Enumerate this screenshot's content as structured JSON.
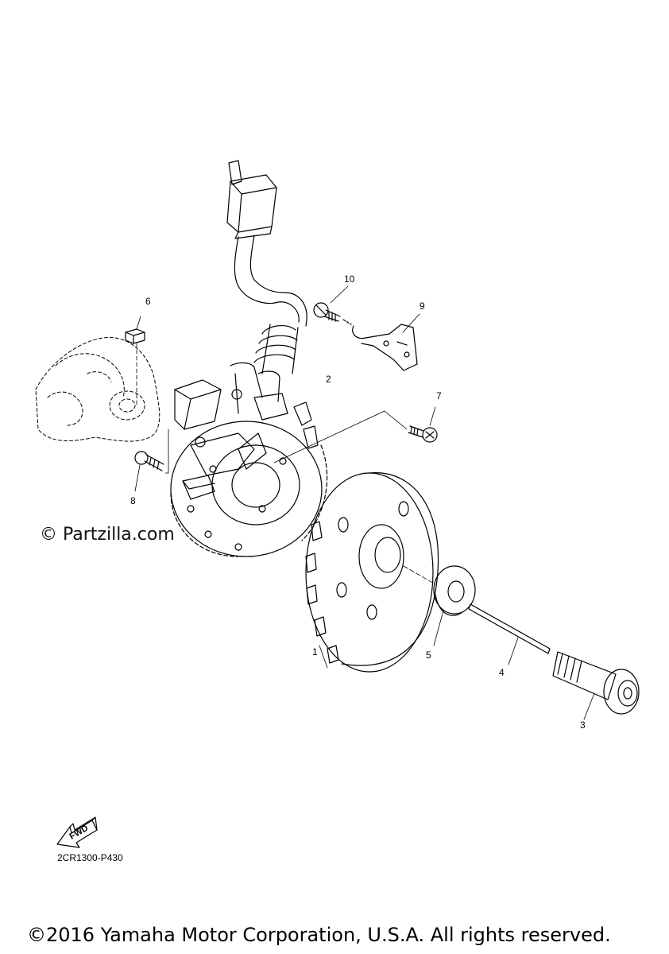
{
  "callouts": {
    "c1": "1",
    "c2": "2",
    "c3": "3",
    "c4": "4",
    "c5": "5",
    "c6": "6",
    "c7": "7",
    "c8": "8",
    "c9": "9",
    "c10": "10"
  },
  "fwd_label": "FWD",
  "diagram_code": "2CR1300-P430",
  "watermark": "© Partzilla.com",
  "copyright": "©2016 Yamaha Motor Corporation, U.S.A. All rights reserved."
}
